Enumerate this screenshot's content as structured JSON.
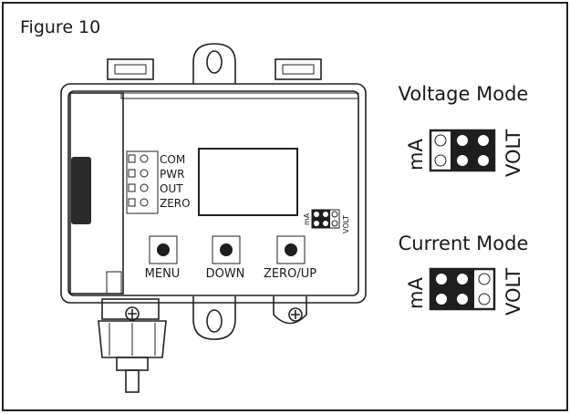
{
  "figure": {
    "title": "Figure 10"
  },
  "device": {
    "leds": [
      {
        "label": "COM"
      },
      {
        "label": "PWR"
      },
      {
        "label": "OUT"
      },
      {
        "label": "ZERO"
      }
    ],
    "buttons": [
      {
        "label": "MENU"
      },
      {
        "label": "DOWN"
      },
      {
        "label": "ZERO/UP"
      }
    ],
    "small_jumper": {
      "left_label": "mA",
      "right_label": "VOLT"
    }
  },
  "modes": {
    "voltage": {
      "title": "Voltage Mode",
      "left_label": "mA",
      "right_label": "VOLT"
    },
    "current": {
      "title": "Current Mode",
      "left_label": "mA",
      "right_label": "VOLT"
    }
  }
}
